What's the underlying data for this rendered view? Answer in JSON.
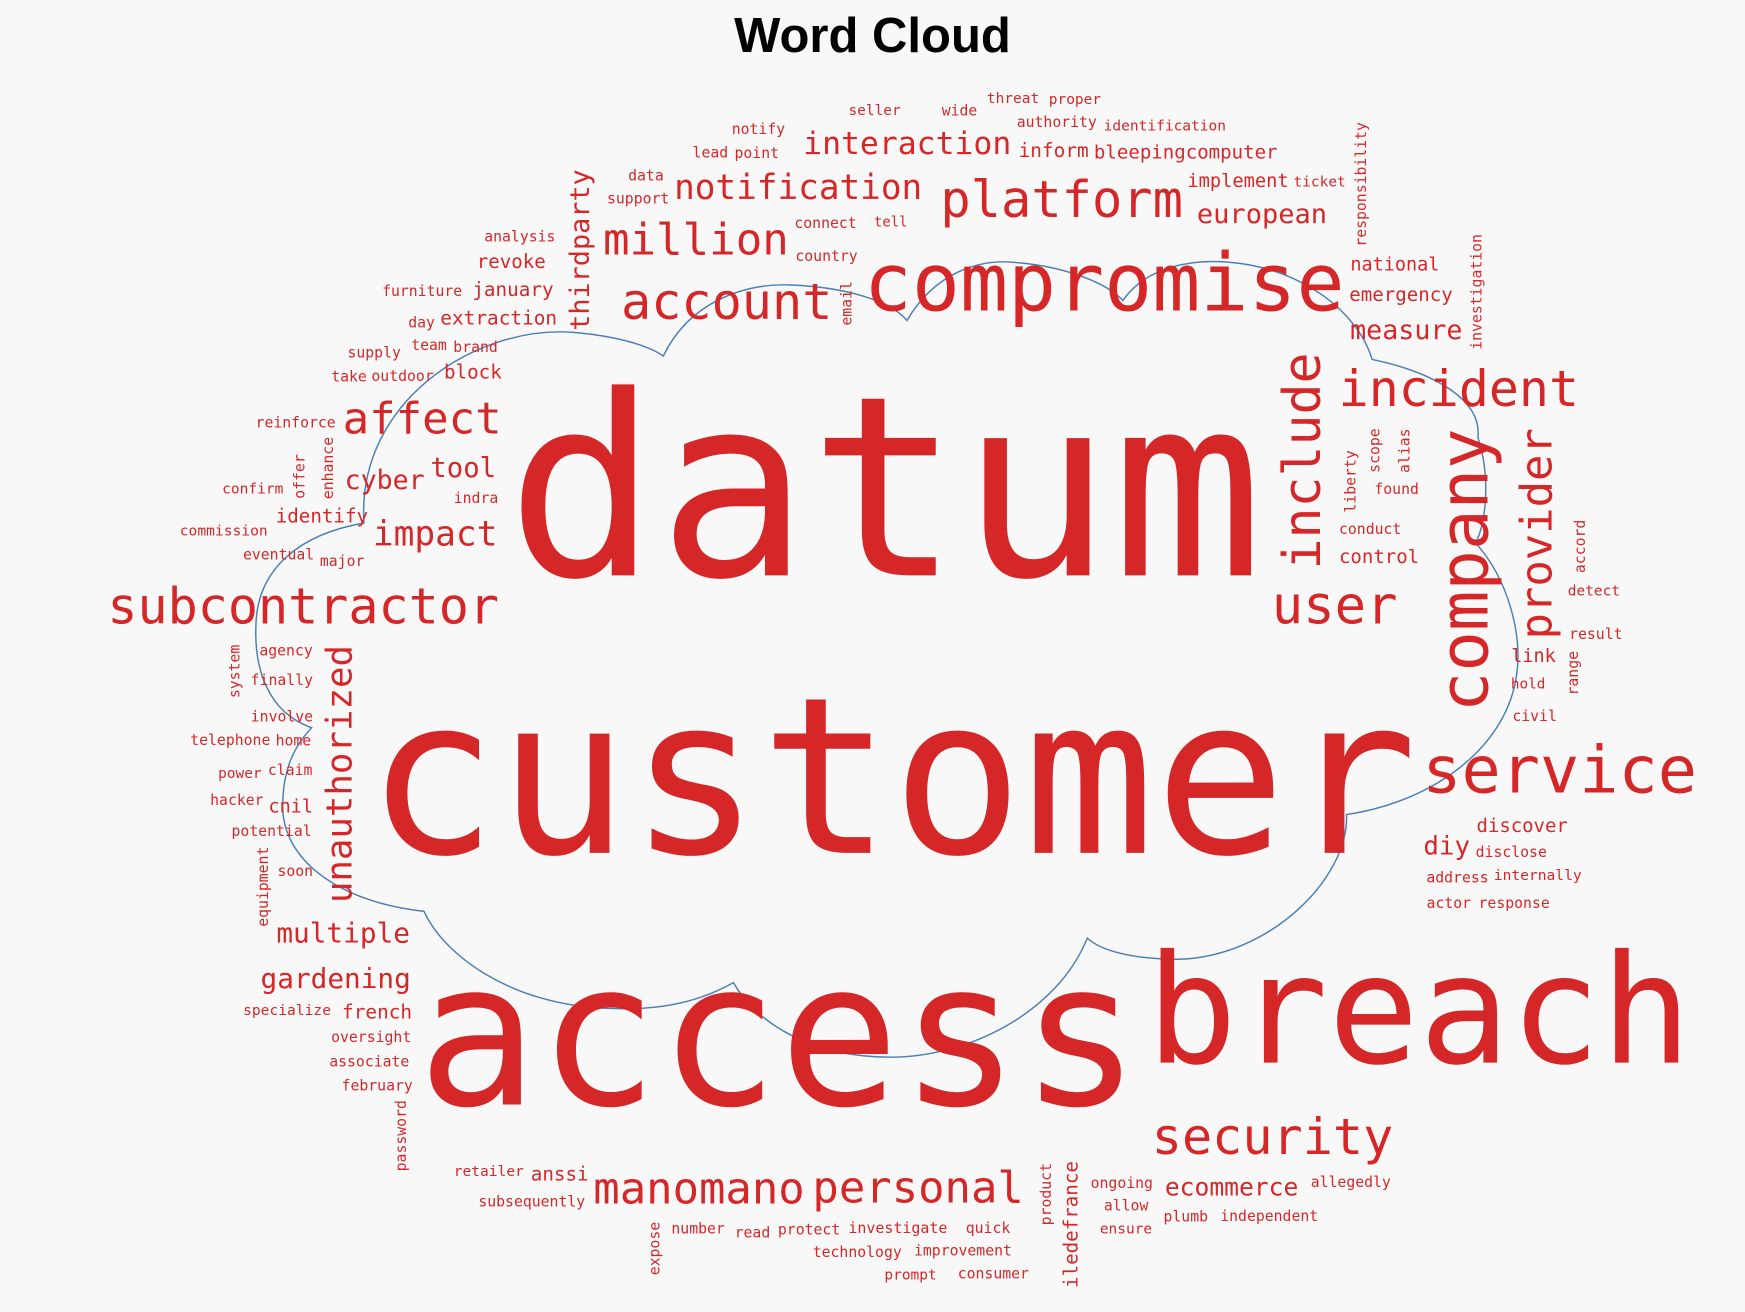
{
  "chart_data": {
    "type": "wordcloud",
    "title": "Word Cloud",
    "word_color": "#d62728",
    "outline_color": "#4a7fb5",
    "background_color": "#f8f8f8",
    "mask_shape": "cloud",
    "words": [
      "datum",
      "customer",
      "access",
      "breach",
      "compromise",
      "platform",
      "notification",
      "million",
      "account",
      "affect",
      "subcontractor",
      "impact",
      "incident",
      "interaction",
      "service",
      "user",
      "security",
      "personal",
      "manomano",
      "gardening",
      "multiple",
      "ecommerce",
      "european",
      "measure",
      "tool",
      "cyber",
      "identify",
      "extraction",
      "block",
      "control",
      "diy",
      "french",
      "discover",
      "link",
      "cnil",
      "anssi",
      "implement",
      "inform",
      "bleepingcomputer",
      "national",
      "emergency",
      "january",
      "revoke",
      "team",
      "country",
      "tell",
      "connect",
      "authority",
      "ticket",
      "identification",
      "wide",
      "threat",
      "data",
      "support",
      "indra",
      "lead",
      "day",
      "supply",
      "take",
      "eventual",
      "reinforce",
      "confirm",
      "commission",
      "major",
      "brand",
      "outdoor",
      "proper",
      "found",
      "detect",
      "result",
      "agency",
      "home",
      "telephone",
      "finally",
      "potential",
      "furniture",
      "analysis",
      "involve",
      "claim",
      "notify",
      "point",
      "protect",
      "read",
      "seller",
      "civil",
      "internally",
      "conduct",
      "soon",
      "hacker",
      "power",
      "oversight",
      "specialize",
      "retailer",
      "number",
      "improvement",
      "investigate",
      "ensure",
      "hold",
      "address",
      "actor",
      "disclose",
      "response",
      "ongoing",
      "quick",
      "allow",
      "plumb",
      "independent",
      "allegedly",
      "associate",
      "february",
      "subsequently",
      "technology",
      "consumer",
      "prompt",
      "include",
      "provider",
      "company",
      "thirdparty",
      "unauthorized",
      "email",
      "responsibility",
      "investigation",
      "accord",
      "liberty",
      "alias",
      "system",
      "enhance",
      "offer",
      "scope",
      "range",
      "equipment",
      "product",
      "iledefrance",
      "password",
      "expose"
    ]
  }
}
